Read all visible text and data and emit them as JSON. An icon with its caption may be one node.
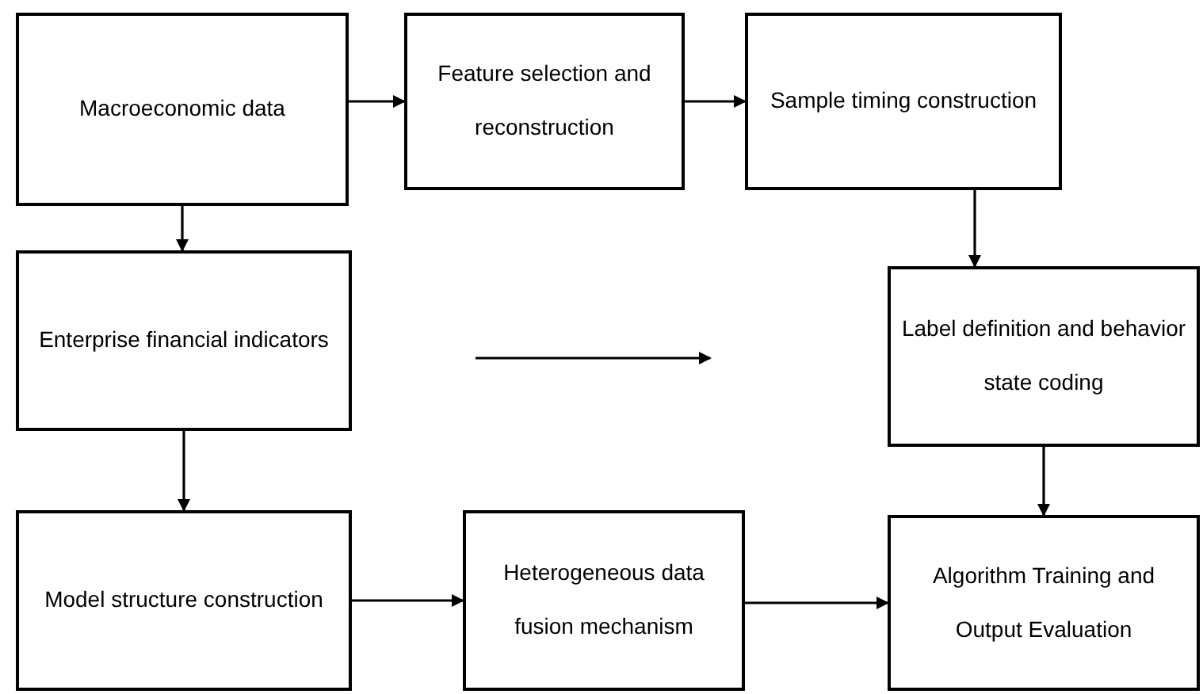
{
  "diagram": {
    "nodes": [
      {
        "text": [
          "Macroeconomic data"
        ]
      },
      {
        "text": [
          "Feature selection and reconstruction"
        ]
      },
      {
        "text": [
          "Sample timing construction"
        ]
      },
      {
        "text": [
          "Enterprise financial indicators"
        ]
      },
      {
        "text": [
          "Label definition and behavior state coding"
        ]
      },
      {
        "text": [
          "Model structure construction"
        ]
      },
      {
        "text": [
          "Heterogeneous data fusion mechanism"
        ]
      },
      {
        "text": [
          "Algorithm Training and Output Evaluation"
        ]
      }
    ],
    "edges": [
      {
        "from": 0,
        "to": 1,
        "arrow": "to"
      },
      {
        "from": 1,
        "to": 2,
        "arrow": "to"
      },
      {
        "from": 0,
        "to": 3,
        "arrow": "to"
      },
      {
        "from": 2,
        "to": 4,
        "arrow": "to"
      },
      {
        "from": 3,
        "to": 5,
        "arrow": "to"
      },
      {
        "from": 5,
        "to": 6,
        "arrow": "to"
      },
      {
        "from": 6,
        "to": 7,
        "arrow": "to"
      },
      {
        "from": 4,
        "to": 7,
        "arrow": "to"
      }
    ]
  }
}
